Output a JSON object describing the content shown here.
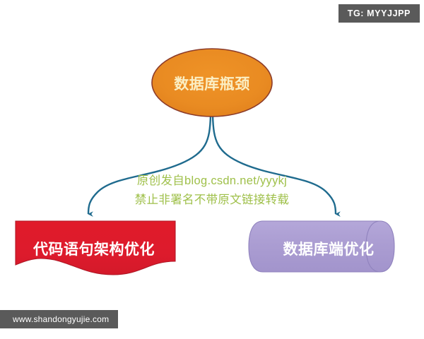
{
  "diagram": {
    "type": "flowchart",
    "background": "#ffffff",
    "nodes": [
      {
        "id": "root",
        "shape": "ellipse",
        "label": "数据库瓶颈",
        "fill": "#e98b22",
        "stroke": "#8c3c2a",
        "text_color": "#fbefc4"
      },
      {
        "id": "left",
        "shape": "wave-document",
        "label": "代码语句架构优化",
        "fill": "#dd1b2c",
        "stroke": "#b01826",
        "text_color": "#ffffff"
      },
      {
        "id": "right",
        "shape": "cylinder-horizontal",
        "label": "数据库端优化",
        "fill": "#ab9dd2",
        "stroke": "#8f82bd",
        "text_color": "#ffffff"
      }
    ],
    "connectors": [
      {
        "from": "root",
        "to": "left",
        "style": "curved-arrow",
        "color": "#1f6b8e"
      },
      {
        "from": "root",
        "to": "right",
        "style": "curved-arrow",
        "color": "#1f6b8e"
      }
    ]
  },
  "watermark": {
    "color": "#9fc04a",
    "lines": [
      "原创发自blog.csdn.net/yyykj",
      "禁止非署名不带原文链接转载"
    ]
  },
  "badges": {
    "tg": "TG: MYYJJPP",
    "site": "www.shandongyujie.com"
  }
}
